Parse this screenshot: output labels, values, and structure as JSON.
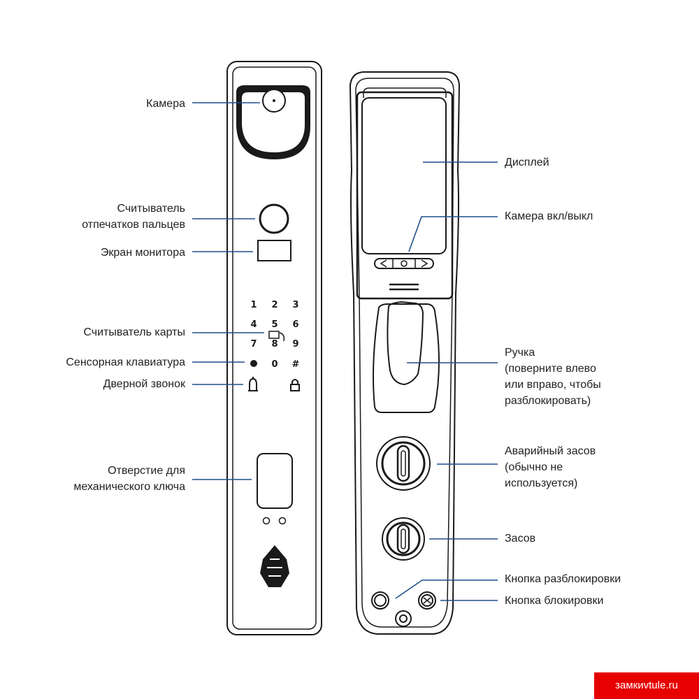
{
  "colors": {
    "outline": "#1a1a1a",
    "leader": "#1f4e8c",
    "text": "#222222",
    "watermark_bg": "#e60000"
  },
  "front_labels": {
    "camera": [
      "Камера"
    ],
    "fingerprint": [
      "Считыватель",
      "отпечатков пальцев"
    ],
    "monitor": [
      "Экран монитора"
    ],
    "card_reader": [
      "Считыватель карты"
    ],
    "keypad": [
      "Сенсорная клавиатура"
    ],
    "doorbell": [
      "Дверной звонок"
    ],
    "key_hole": [
      "Отверстие для",
      "механического ключа"
    ]
  },
  "back_labels": {
    "display": [
      "Дисплей"
    ],
    "camera_toggle": [
      "Камера вкл/выкл"
    ],
    "handle": [
      "Ручка",
      "(поверните влево",
      "или вправо, чтобы",
      "разблокировать)"
    ],
    "emergency_bolt": [
      "Аварийный засов",
      "(обычно не",
      "используется)"
    ],
    "bolt": [
      "Засов"
    ],
    "unlock_button": [
      "Кнопка разблокировки"
    ],
    "lock_button": [
      "Кнопка блокировки"
    ]
  },
  "keypad_keys": [
    "1",
    "2",
    "3",
    "4",
    "5",
    "6",
    "7",
    "8",
    "9",
    "*",
    "0",
    "#"
  ],
  "icons": [
    "camera-icon",
    "fingerprint-icon",
    "monitor-icon",
    "card-icon",
    "bell-icon",
    "lock-icon",
    "keyhole-icon",
    "speaker-icon",
    "handle-icon",
    "knob-icon"
  ],
  "watermark": "замкиvtule.ru"
}
